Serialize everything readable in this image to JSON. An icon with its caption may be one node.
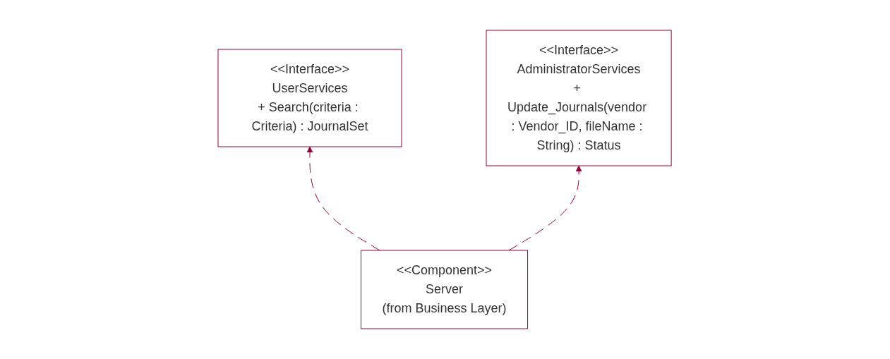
{
  "diagram": {
    "nodes": [
      {
        "text": [
          "<<Interface>>",
          "UserServices",
          "+ Search(criteria : Criteria) : JournalSet"
        ]
      },
      {
        "text": [
          "<<Interface>>",
          "AdministratorServices",
          "+ Update_Journals(vendor : Vendor_ID, fileName : String) : Status"
        ]
      },
      {
        "text": [
          "<<Component>>",
          "Server",
          "(from Business Layer)"
        ]
      }
    ],
    "edges": [
      {
        "from": 2,
        "to": 0,
        "arrow": "to",
        "style": "dashed"
      },
      {
        "from": 2,
        "to": 1,
        "arrow": "to",
        "style": "dashed"
      }
    ]
  }
}
